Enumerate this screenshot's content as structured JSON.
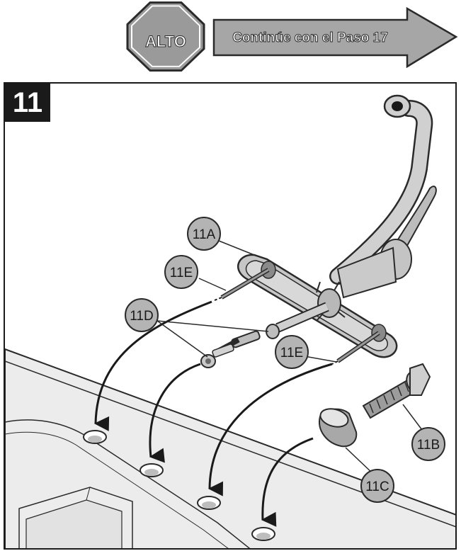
{
  "header": {
    "stop_label": "ALTO",
    "continue_label": "Continúe con el Paso 17"
  },
  "step": {
    "number": "11"
  },
  "callouts": {
    "a": "11A",
    "b": "11B",
    "c": "11C",
    "d": "11D",
    "e1": "11E",
    "e2": "11E"
  },
  "colors": {
    "stop_fill": "#9a9a9a",
    "arrow_fill": "#a6a6a6",
    "callout_fill": "#b4b4b4",
    "outline": "#2a2a2a",
    "sink_fill": "#ececec"
  },
  "icons": {
    "stop": "octagon-stop-sign",
    "continue": "right-arrow"
  }
}
